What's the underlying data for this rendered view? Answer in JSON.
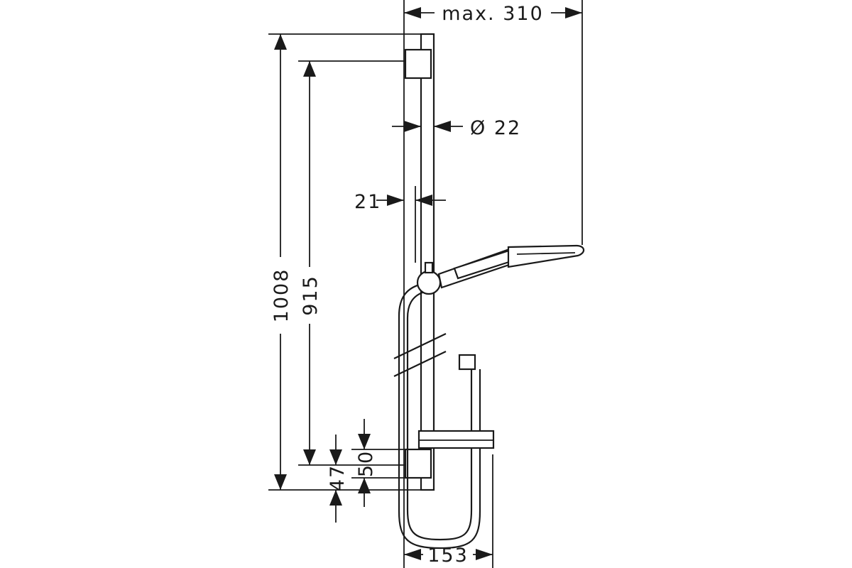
{
  "diagram": {
    "dimensions": {
      "max_reach": "max. 310",
      "rail_diameter": "Ø 22",
      "wall_offset": "21",
      "total_height": "1008",
      "rail_height": "915",
      "lower_bracket_height": "47",
      "shelf_offset": "50",
      "hose_width": "153"
    }
  }
}
